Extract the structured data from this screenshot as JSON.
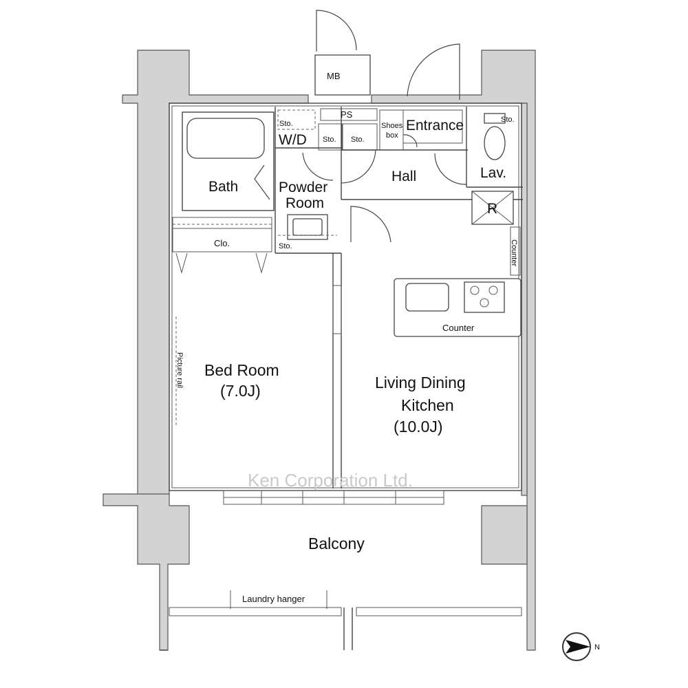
{
  "rooms": {
    "mb": "MB",
    "ps": "PS",
    "sto_wd": "Sto.",
    "wd": "W/D",
    "sto_1": "Sto.",
    "sto_2": "Sto.",
    "shoes_box_1": "Shoes",
    "shoes_box_2": "box",
    "entrance": "Entrance",
    "sto_lav": "Sto.",
    "bath": "Bath",
    "powder_room_1": "Powder",
    "powder_room_2": "Room",
    "hall": "Hall",
    "lav": "Lav.",
    "refrigerator": "R",
    "clo": "Clo.",
    "sto_powder": "Sto.",
    "counter_side": "Counter",
    "counter": "Counter",
    "bed_room_1": "Bed Room",
    "bed_room_2": "(7.0J)",
    "picture_rail": "Picture rail",
    "ldk_1": "Living Dining",
    "ldk_2": "Kitchen",
    "ldk_3": "(10.0J)",
    "balcony": "Balcony",
    "laundry_hanger": "Laundry hanger"
  },
  "watermark": "Ken Corporation Ltd.",
  "compass": {
    "label": "N",
    "icon": "north-arrow-icon"
  }
}
